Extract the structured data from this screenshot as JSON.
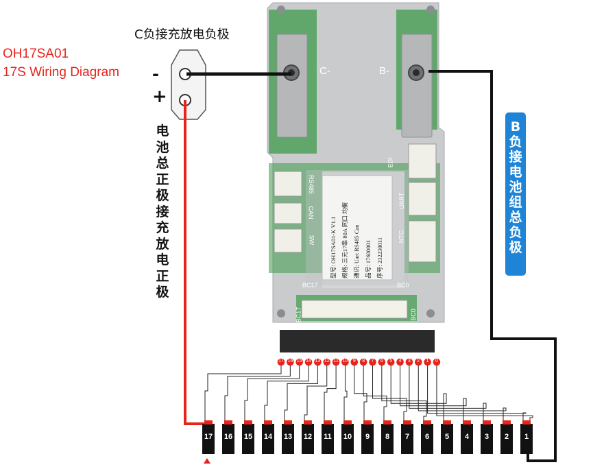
{
  "diagram": {
    "title_line1": "OH17SA01",
    "title_line2": "17S Wiring Diagram",
    "c_negative_label": "C负接充放电负极",
    "minus_sign": "-",
    "plus_sign": "+",
    "positive_label": "电池总正极接充放电正极",
    "b_negative_label": "B负接电池组总负极"
  },
  "board": {
    "c_minus": "C-",
    "b_minus": "B-",
    "port_labels": [
      "RS485",
      "CAN",
      "SW",
      "EDI",
      "UART",
      "NTC"
    ],
    "bc17": "BC17",
    "bc0": "BC0",
    "connector_bc17": "BC17",
    "connector_bc0": "BC0",
    "sticker_lines": [
      "型号: OH17SA01-K V1.1",
      "规格: 三元17串 80A 同口 均衡",
      "通讯: Uart RS485 Can",
      "品号: 17600001",
      "序号: 232230011"
    ]
  },
  "tap_labels": [
    "17",
    "16",
    "15",
    "14",
    "13",
    "12",
    "11",
    "10",
    "9",
    "8",
    "7",
    "6",
    "5",
    "4",
    "3",
    "2",
    "1",
    "0"
  ],
  "cells": [
    "17",
    "16",
    "15",
    "14",
    "13",
    "12",
    "11",
    "10",
    "9",
    "8",
    "7",
    "6",
    "5",
    "4",
    "3",
    "2",
    "1"
  ],
  "colors": {
    "title": "#e8231b",
    "positive_wire": "#e8231b",
    "negative_wire": "#111111",
    "badge": "#1f84d6"
  }
}
